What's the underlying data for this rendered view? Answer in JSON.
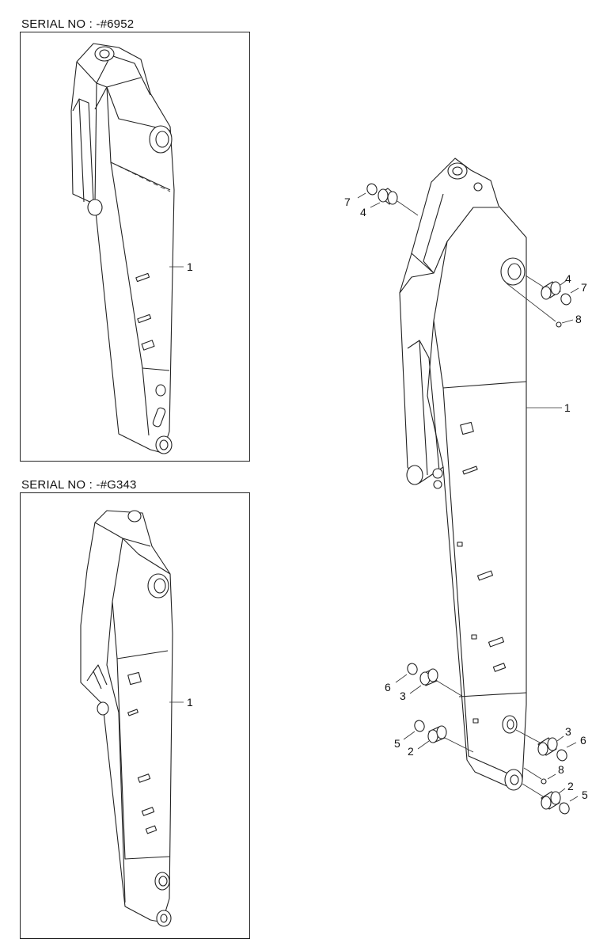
{
  "views": [
    {
      "serial": "SERIAL NO : -#6952",
      "callouts": [
        "1"
      ]
    },
    {
      "serial": "SERIAL NO : -#G343",
      "callouts": [
        "1"
      ]
    }
  ],
  "main_view": {
    "callouts": [
      "7",
      "4",
      "4",
      "7",
      "8",
      "1",
      "6",
      "3",
      "5",
      "2",
      "3",
      "6",
      "8",
      "2",
      "5"
    ]
  }
}
